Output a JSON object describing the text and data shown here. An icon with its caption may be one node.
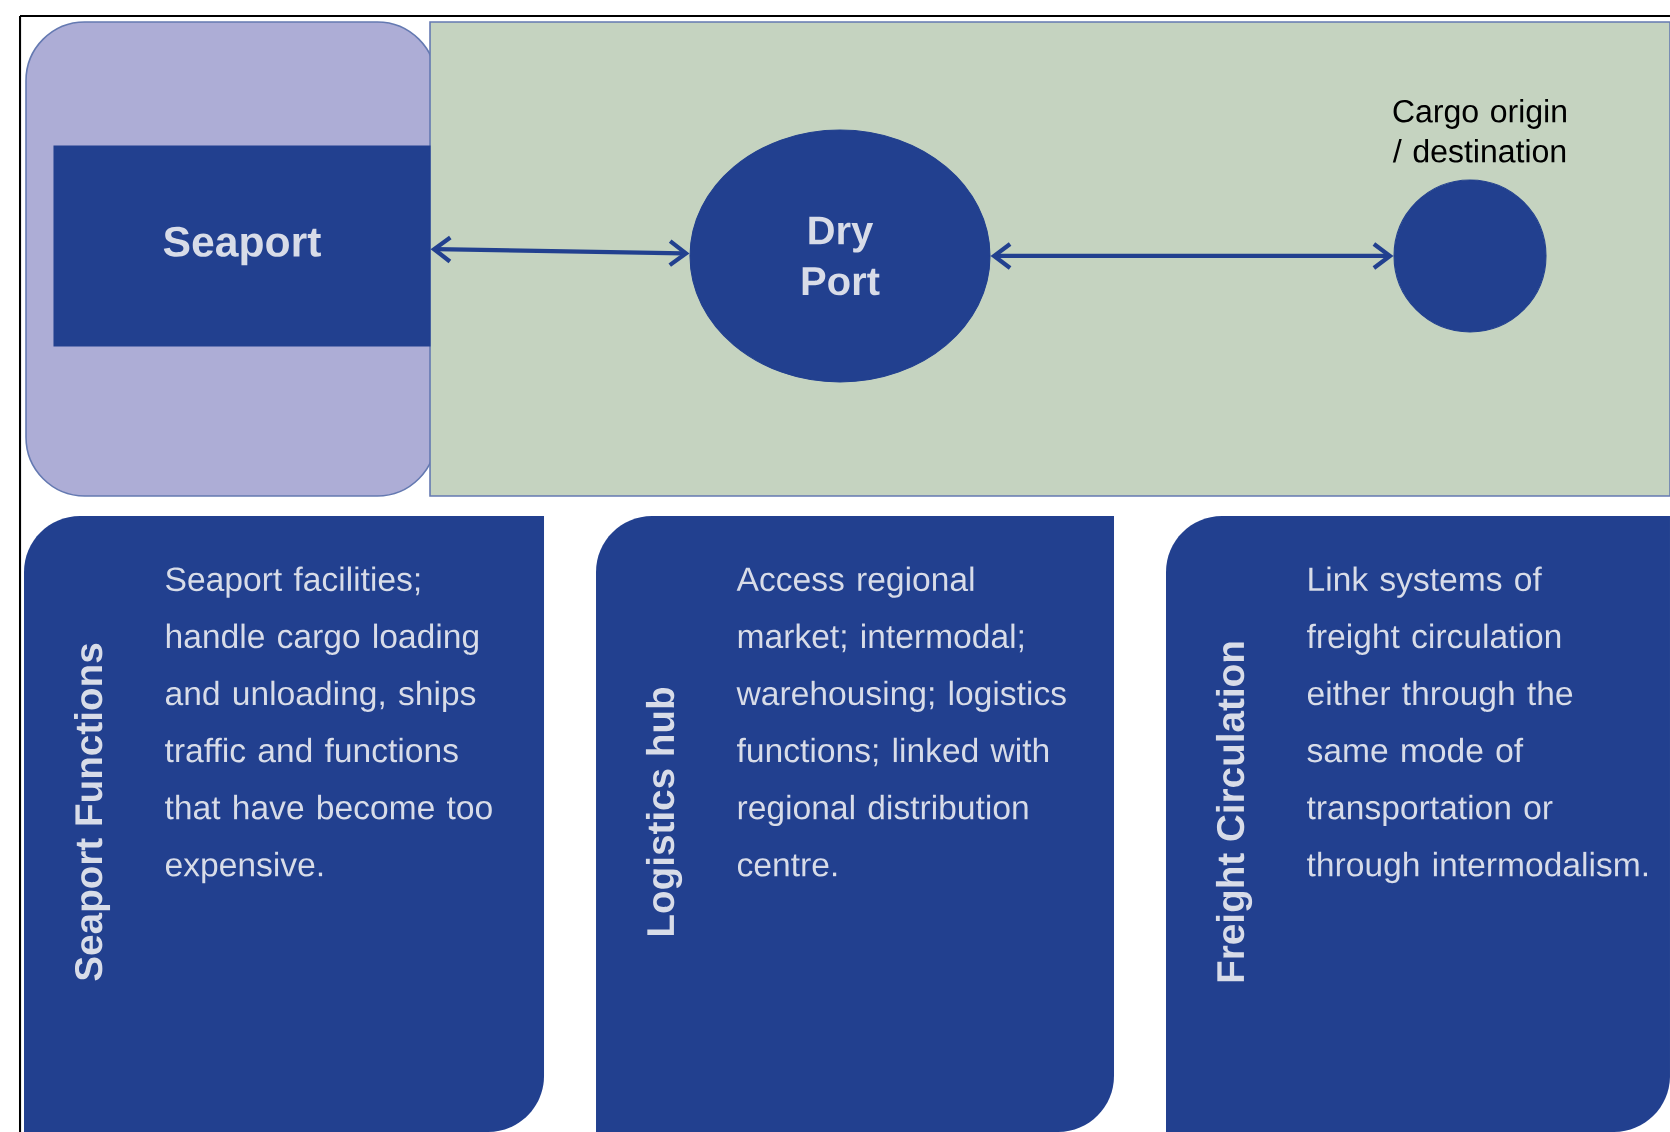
{
  "diagram": {
    "nodes": [
      {
        "text": [
          "Seaport"
        ]
      },
      {
        "text": [
          "Dry Port"
        ]
      },
      {
        "text": [],
        "shape": "circle",
        "beside": [
          "Cargo origin / destination"
        ]
      },
      {
        "text": [
          "Seaport Functions",
          "Seaport facilities; handle cargo loading and unloading, ships traffic and functions that have become too expensive."
        ]
      },
      {
        "text": [
          "Logistics hub",
          "Access regional market; intermodal; warehousing; logistics functions; linked with regional distribution centre."
        ]
      },
      {
        "text": [
          "Freight Circulation",
          "Link systems of freight circulation either through the same mode of transportation or through intermodalism."
        ]
      }
    ],
    "edges": [
      {
        "from": 0,
        "to": 1,
        "arrow": "both"
      },
      {
        "from": 1,
        "to": 2,
        "arrow": "both"
      }
    ]
  }
}
